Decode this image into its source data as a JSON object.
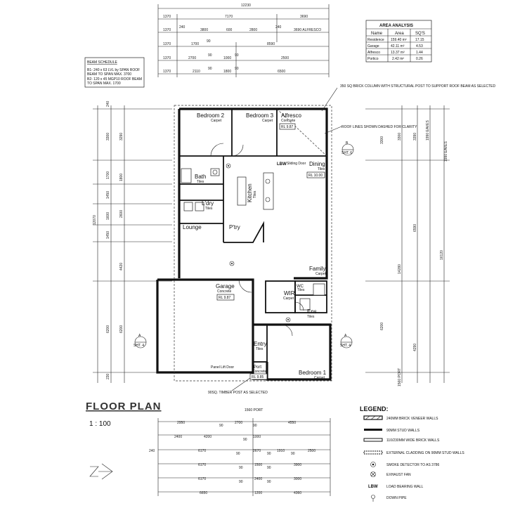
{
  "title": "FLOOR PLAN",
  "scale": "1 : 100",
  "area_analysis": {
    "title": "AREA ANALYSIS",
    "headers": [
      "Name",
      "Area",
      "SQ'S"
    ],
    "rows": [
      [
        "Residence",
        "159.40 m²",
        "17.15"
      ],
      [
        "Garage",
        "42.11 m²",
        "4.53"
      ],
      [
        "Alfresco",
        "13.37 m²",
        "1.44"
      ],
      [
        "Portico",
        "2.42 m²",
        "0.26"
      ]
    ]
  },
  "beam_schedule": {
    "title": "BEAM SCHEDULE",
    "lines": [
      "B1- 240 x 63 LVL by SPAN ROOF",
      "BEAM TO SPAN MAX. 3700",
      "B2- 120 x 45 MGP10 ROOF BEAM",
      "TO SPAN MAX. 1700"
    ]
  },
  "rooms": {
    "bedroom2": {
      "name": "Bedroom 2",
      "floor": "Carpet"
    },
    "bedroom3": {
      "name": "Bedroom 3",
      "floor": "Carpet"
    },
    "alfresco": {
      "name": "Alfresco",
      "floor": "Concrete",
      "rl": "RL 9.87"
    },
    "dining": {
      "name": "Dining",
      "floor": "Tiles",
      "rl": "RL 10.00"
    },
    "bath": {
      "name": "Bath",
      "floor": "Tiles"
    },
    "kitchen": {
      "name": "Kitchen",
      "floor": "Tiles"
    },
    "laundry": {
      "name": "L'dry",
      "floor": "Tiles"
    },
    "lounge": {
      "name": "Lounge"
    },
    "pantry": {
      "name": "P'try"
    },
    "family": {
      "name": "Family",
      "floor": "Carpet"
    },
    "garage": {
      "name": "Garage",
      "floor": "Concrete",
      "rl": "RL 9.87"
    },
    "wir": {
      "name": "WIR",
      "floor": "Carpet"
    },
    "wc": {
      "name": "WC",
      "floor": "Tiles"
    },
    "ens": {
      "name": "Ens",
      "floor": "Tiles"
    },
    "entry": {
      "name": "Entry",
      "floor": "Tiles"
    },
    "port": {
      "name": "Port",
      "floor": "Concrete",
      "rl": "RL 9.85"
    },
    "bedroom1": {
      "name": "Bedroom 1",
      "floor": "Carpet"
    }
  },
  "annotations": {
    "brick_column": "350 SQ BRICK COLUMN WITH STRUCTURAL POST TO SUPPORT ROOF BEAM AS SELECTED",
    "roof_lines": "ROOF LINES SHOWN DASHED FOR CLARITY",
    "lbw": "LBW",
    "sliding_door": "Sliding Door",
    "panel_door": "Panel Lift Door",
    "timber_post": "90SQ. TIMBER POST AS SELECTED",
    "port_dim": "1560 PORT",
    "port_dim_side": "1560 PORT",
    "sheet_a": "A",
    "sheet_b": "B",
    "sht6": "SHT. 6",
    "sht4": "SHT. 4",
    "eaves": "1990 EAVES"
  },
  "legend": {
    "title": "LEGEND:",
    "items": [
      "240MM BRICK VENEER WALLS",
      "90MM STUD WALLS",
      "110/230MM WIDE BRICK WALLS",
      "EXTERNAL CLADDING ON 90MM STUD WALLS",
      "SMOKE DETECTOR TO AS 3786",
      "EXHAUST FAN",
      "LOAD BEARING WALL",
      "DOWN PIPE"
    ],
    "lbw_symbol": "LBW"
  },
  "dimensions": {
    "top": {
      "overall": "12230",
      "row1": [
        "1370",
        "7170",
        "3690"
      ],
      "row2": [
        "1370",
        "240",
        "3800",
        "600",
        "2800",
        "240",
        "3690 ALFRESCO"
      ],
      "row3": [
        "1370",
        "1700",
        "90",
        "8590"
      ],
      "row4": [
        "1370",
        "2700",
        "90",
        "1000",
        "90",
        "2500"
      ],
      "row5": [
        "1370",
        "2110",
        "90",
        "1800",
        "90",
        "6500"
      ]
    },
    "bottom": {
      "row1": [
        "2950",
        "90",
        "2700",
        "90",
        "4550"
      ],
      "row2": [
        "2400",
        "4200",
        "90",
        "1000"
      ],
      "row3": [
        "6170",
        "90",
        "2670",
        "90",
        "1910",
        "90",
        "2500"
      ],
      "row4": [
        "6170",
        "90",
        "1500",
        "90",
        "3900"
      ],
      "row5": [
        "6170",
        "90",
        "2400",
        "90",
        "3000"
      ],
      "row6": [
        "6650",
        "1200",
        "4360"
      ]
    },
    "left": {
      "overall": "12070",
      "outer": [
        "3300",
        "1700",
        "1450",
        "1600",
        "1450",
        "6200"
      ],
      "inner": [
        "3290",
        "1800",
        "2600",
        "4420",
        "6200"
      ]
    },
    "right": {
      "overall": "16120",
      "outer": [
        "3300",
        "3390",
        "1990 EAVES"
      ],
      "inner": [
        "3300",
        "6590",
        "14280",
        "6200",
        "4290"
      ]
    },
    "edge_240": "240",
    "edge_230": "230"
  },
  "colors": {
    "line": "#111111",
    "paper": "#ffffff"
  }
}
